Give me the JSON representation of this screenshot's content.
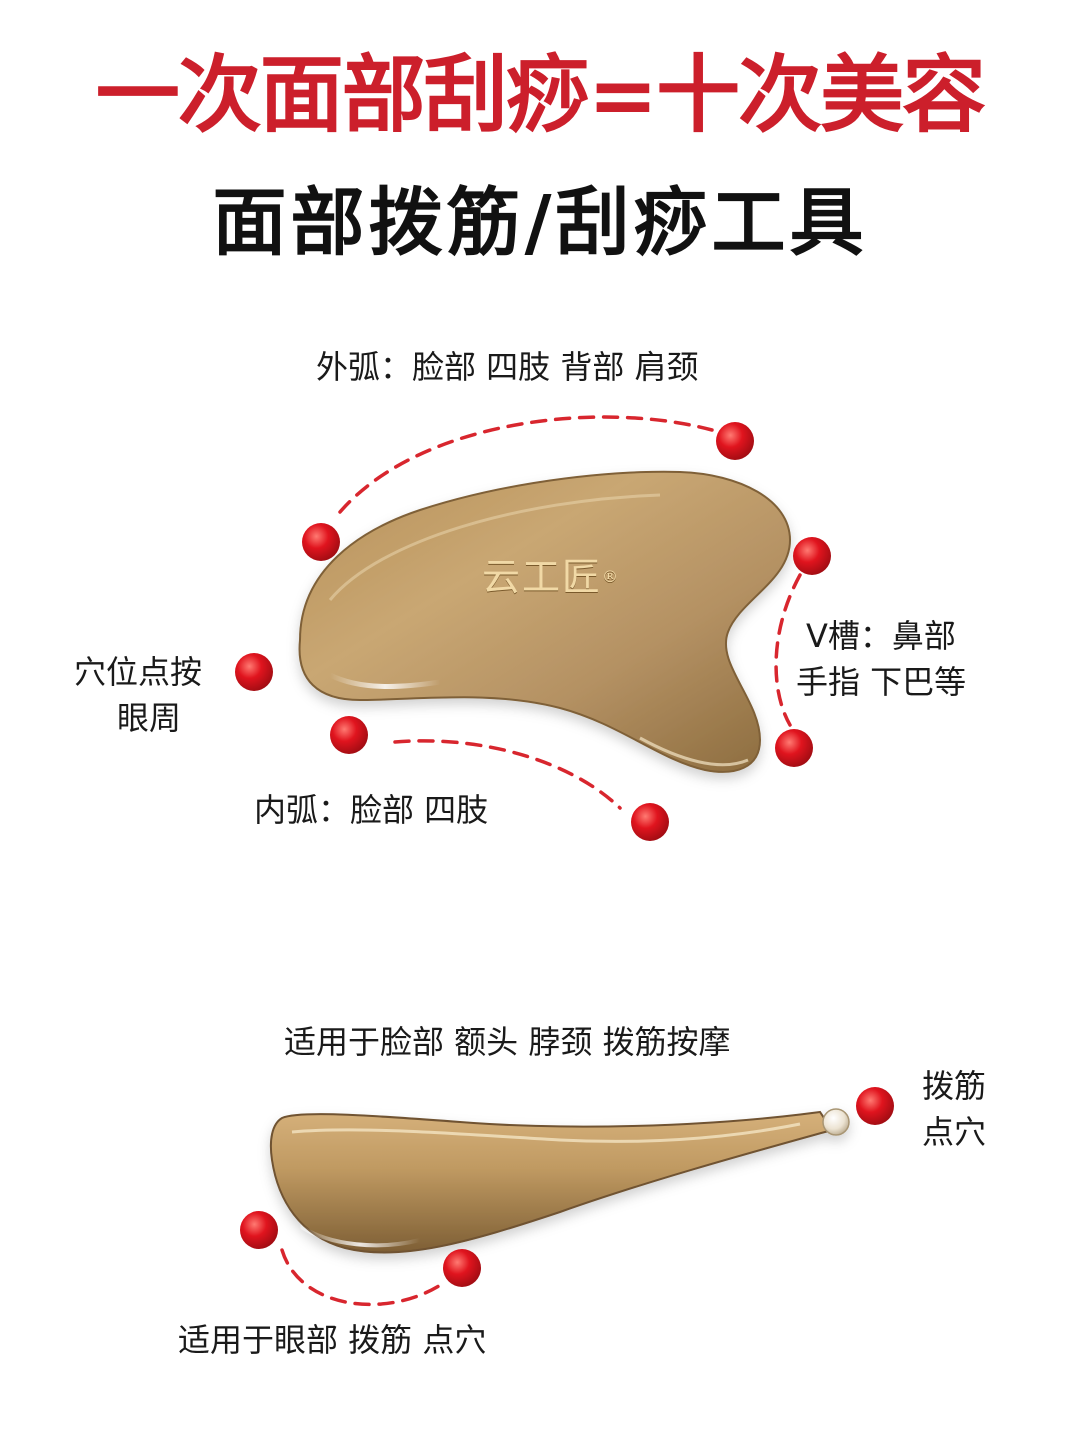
{
  "header": {
    "title": "一次面部刮痧=十次美容",
    "subtitle": "面部拨筋/刮痧工具"
  },
  "tool1": {
    "brand_logo": "云工匠",
    "outer_arc_label": "外弧：脸部 四肢 背部 肩颈",
    "v_groove_line1": "V槽：鼻部",
    "v_groove_line2": "手指 下巴等",
    "acupoint_line1": "穴位点按",
    "acupoint_line2": "眼周",
    "inner_arc_label": "内弧：脸部 四肢"
  },
  "tool2": {
    "top_label": "适用于脸部 额头 脖颈 拨筋按摩",
    "tip_line1": "拨筋",
    "tip_line2": "点穴",
    "bottom_label": "适用于眼部 拨筋 点穴"
  },
  "colors": {
    "title_red": "#cc1f2b",
    "marker_red": "#e0141e",
    "dash_red": "#d8262e",
    "horn_light": "#c9a773",
    "horn_dark": "#8a6a3c"
  }
}
